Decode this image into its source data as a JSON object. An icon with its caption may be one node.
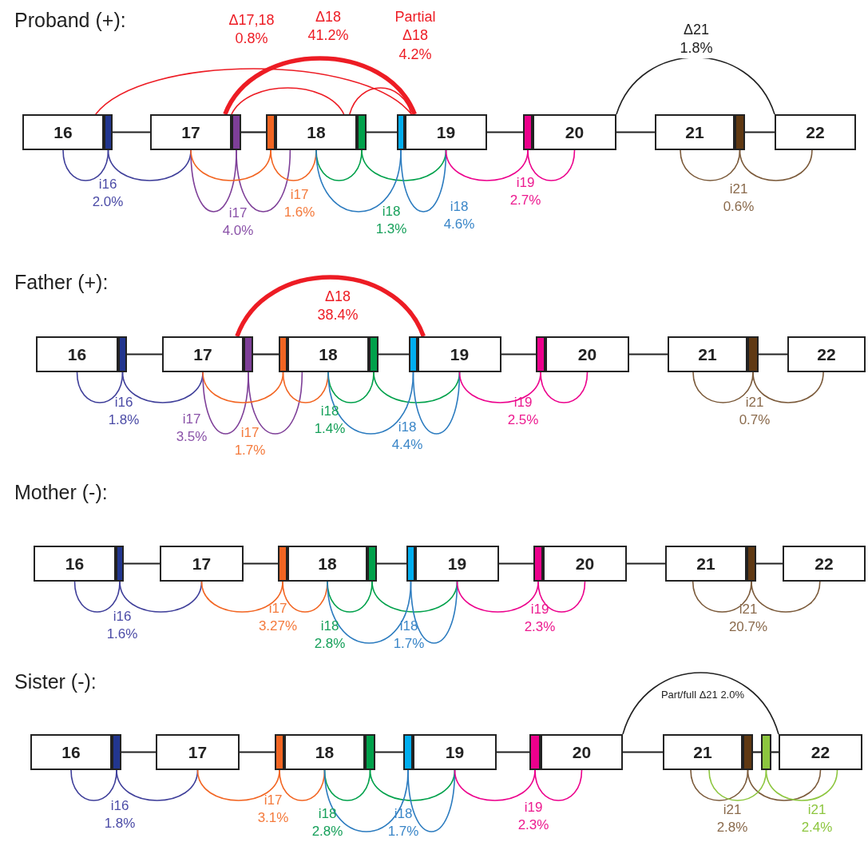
{
  "diagram": {
    "nodes": [
      {
        "text": [
          "16"
        ]
      },
      {
        "text": [],
        "shape": "bar"
      },
      {
        "text": [
          "17"
        ]
      },
      {
        "text": [],
        "shape": "bar"
      },
      {
        "text": [],
        "shape": "bar"
      },
      {
        "text": [
          "18"
        ]
      },
      {
        "text": [],
        "shape": "bar"
      },
      {
        "text": [],
        "shape": "bar"
      },
      {
        "text": [
          "19"
        ]
      },
      {
        "text": [],
        "shape": "bar"
      },
      {
        "text": [
          "20"
        ]
      },
      {
        "text": [
          "21"
        ]
      },
      {
        "text": [],
        "shape": "bar"
      },
      {
        "text": [
          "22"
        ]
      },
      {
        "text": [
          "16"
        ]
      },
      {
        "text": [],
        "shape": "bar"
      },
      {
        "text": [
          "17"
        ]
      },
      {
        "text": [],
        "shape": "bar"
      },
      {
        "text": [],
        "shape": "bar"
      },
      {
        "text": [
          "18"
        ]
      },
      {
        "text": [],
        "shape": "bar"
      },
      {
        "text": [],
        "shape": "bar"
      },
      {
        "text": [
          "19"
        ]
      },
      {
        "text": [],
        "shape": "bar"
      },
      {
        "text": [
          "20"
        ]
      },
      {
        "text": [
          "21"
        ]
      },
      {
        "text": [],
        "shape": "bar"
      },
      {
        "text": [
          "22"
        ]
      },
      {
        "text": [
          "16"
        ]
      },
      {
        "text": [],
        "shape": "bar"
      },
      {
        "text": [
          "17"
        ]
      },
      {
        "text": [],
        "shape": "bar"
      },
      {
        "text": [
          "18"
        ]
      },
      {
        "text": [],
        "shape": "bar"
      },
      {
        "text": [],
        "shape": "bar"
      },
      {
        "text": [
          "19"
        ]
      },
      {
        "text": [],
        "shape": "bar"
      },
      {
        "text": [
          "20"
        ]
      },
      {
        "text": [
          "21"
        ]
      },
      {
        "text": [],
        "shape": "bar"
      },
      {
        "text": [
          "22"
        ]
      },
      {
        "text": [
          "16"
        ]
      },
      {
        "text": [],
        "shape": "bar"
      },
      {
        "text": [
          "17"
        ]
      },
      {
        "text": [],
        "shape": "bar"
      },
      {
        "text": [
          "18"
        ]
      },
      {
        "text": [],
        "shape": "bar"
      },
      {
        "text": [],
        "shape": "bar"
      },
      {
        "text": [
          "19"
        ]
      },
      {
        "text": [],
        "shape": "bar"
      },
      {
        "text": [
          "20"
        ]
      },
      {
        "text": [
          "21"
        ]
      },
      {
        "text": [],
        "shape": "bar"
      },
      {
        "text": [],
        "shape": "bar"
      },
      {
        "text": [
          "22"
        ]
      }
    ],
    "edges": [
      {
        "from": 1,
        "to": 2,
        "arrow": "none"
      },
      {
        "from": 3,
        "to": 4,
        "arrow": "none"
      },
      {
        "from": 6,
        "to": 7,
        "arrow": "none"
      },
      {
        "from": 8,
        "to": 9,
        "arrow": "none"
      },
      {
        "from": 10,
        "to": 11,
        "arrow": "none"
      },
      {
        "from": 12,
        "to": 13,
        "arrow": "none"
      },
      {
        "from": 0,
        "to": 1,
        "arrow": "none",
        "color": "#3f3f9a"
      },
      {
        "from": 1,
        "to": 2,
        "arrow": "none",
        "color": "#3f3f9a"
      },
      {
        "from": 2,
        "to": 3,
        "arrow": "none",
        "color": "#7e3f98"
      },
      {
        "from": 3,
        "to": 5,
        "arrow": "none",
        "color": "#7e3f98"
      },
      {
        "from": 2,
        "to": 4,
        "arrow": "none",
        "color": "#f26522"
      },
      {
        "from": 4,
        "to": 5,
        "arrow": "none",
        "color": "#f26522"
      },
      {
        "from": 5,
        "to": 6,
        "arrow": "none",
        "color": "#00a14b"
      },
      {
        "from": 6,
        "to": 8,
        "arrow": "none",
        "color": "#00a14b"
      },
      {
        "from": 5,
        "to": 7,
        "arrow": "none",
        "color": "#2b7bbf"
      },
      {
        "from": 7,
        "to": 8,
        "arrow": "none",
        "color": "#2b7bbf"
      },
      {
        "from": 8,
        "to": 9,
        "arrow": "none",
        "color": "#ec008c"
      },
      {
        "from": 9,
        "to": 10,
        "arrow": "none",
        "color": "#ec008c"
      },
      {
        "from": 11,
        "to": 12,
        "arrow": "none",
        "color": "#7b5a3a"
      },
      {
        "from": 12,
        "to": 13,
        "arrow": "none",
        "color": "#7b5a3a"
      },
      {
        "from": 0,
        "to": 8,
        "arrow": "none",
        "color": "#ed1c24",
        "label": "Δ17,18 0.8%"
      },
      {
        "from": 2,
        "to": 8,
        "arrow": "none",
        "color": "#ed1c24",
        "style": "thick",
        "label": "Δ18 41.2%"
      },
      {
        "from": 2,
        "to": 5,
        "arrow": "none",
        "color": "#ed1c24"
      },
      {
        "from": 5,
        "to": 8,
        "arrow": "none",
        "color": "#ed1c24",
        "label": "Partial Δ18 4.2%"
      },
      {
        "from": 10,
        "to": 13,
        "arrow": "none",
        "label": "Δ21 1.8%"
      },
      {
        "from": 15,
        "to": 16,
        "arrow": "none"
      },
      {
        "from": 17,
        "to": 18,
        "arrow": "none"
      },
      {
        "from": 20,
        "to": 21,
        "arrow": "none"
      },
      {
        "from": 22,
        "to": 23,
        "arrow": "none"
      },
      {
        "from": 24,
        "to": 25,
        "arrow": "none"
      },
      {
        "from": 26,
        "to": 27,
        "arrow": "none"
      },
      {
        "from": 14,
        "to": 15,
        "arrow": "none",
        "color": "#3f3f9a"
      },
      {
        "from": 15,
        "to": 16,
        "arrow": "none",
        "color": "#3f3f9a"
      },
      {
        "from": 16,
        "to": 17,
        "arrow": "none",
        "color": "#7e3f98"
      },
      {
        "from": 17,
        "to": 19,
        "arrow": "none",
        "color": "#7e3f98"
      },
      {
        "from": 16,
        "to": 18,
        "arrow": "none",
        "color": "#f26522"
      },
      {
        "from": 18,
        "to": 19,
        "arrow": "none",
        "color": "#f26522"
      },
      {
        "from": 19,
        "to": 20,
        "arrow": "none",
        "color": "#00a14b"
      },
      {
        "from": 20,
        "to": 22,
        "arrow": "none",
        "color": "#00a14b"
      },
      {
        "from": 19,
        "to": 21,
        "arrow": "none",
        "color": "#2b7bbf"
      },
      {
        "from": 21,
        "to": 22,
        "arrow": "none",
        "color": "#2b7bbf"
      },
      {
        "from": 22,
        "to": 23,
        "arrow": "none",
        "color": "#ec008c"
      },
      {
        "from": 23,
        "to": 24,
        "arrow": "none",
        "color": "#ec008c"
      },
      {
        "from": 25,
        "to": 26,
        "arrow": "none",
        "color": "#7b5a3a"
      },
      {
        "from": 26,
        "to": 27,
        "arrow": "none",
        "color": "#7b5a3a"
      },
      {
        "from": 16,
        "to": 22,
        "arrow": "none",
        "color": "#ed1c24",
        "style": "thick",
        "label": "Δ18 38.4%"
      },
      {
        "from": 29,
        "to": 30,
        "arrow": "none"
      },
      {
        "from": 30,
        "to": 31,
        "arrow": "none"
      },
      {
        "from": 33,
        "to": 34,
        "arrow": "none"
      },
      {
        "from": 35,
        "to": 36,
        "arrow": "none"
      },
      {
        "from": 37,
        "to": 38,
        "arrow": "none"
      },
      {
        "from": 39,
        "to": 40,
        "arrow": "none"
      },
      {
        "from": 28,
        "to": 29,
        "arrow": "none",
        "color": "#3f3f9a"
      },
      {
        "from": 29,
        "to": 30,
        "arrow": "none",
        "color": "#3f3f9a"
      },
      {
        "from": 30,
        "to": 31,
        "arrow": "none",
        "color": "#f26522"
      },
      {
        "from": 31,
        "to": 32,
        "arrow": "none",
        "color": "#f26522"
      },
      {
        "from": 32,
        "to": 33,
        "arrow": "none",
        "color": "#00a14b"
      },
      {
        "from": 33,
        "to": 35,
        "arrow": "none",
        "color": "#00a14b"
      },
      {
        "from": 32,
        "to": 34,
        "arrow": "none",
        "color": "#2b7bbf"
      },
      {
        "from": 34,
        "to": 35,
        "arrow": "none",
        "color": "#2b7bbf"
      },
      {
        "from": 35,
        "to": 36,
        "arrow": "none",
        "color": "#ec008c"
      },
      {
        "from": 36,
        "to": 37,
        "arrow": "none",
        "color": "#ec008c"
      },
      {
        "from": 38,
        "to": 39,
        "arrow": "none",
        "color": "#7b5a3a"
      },
      {
        "from": 39,
        "to": 40,
        "arrow": "none",
        "color": "#7b5a3a"
      },
      {
        "from": 42,
        "to": 43,
        "arrow": "none"
      },
      {
        "from": 43,
        "to": 44,
        "arrow": "none"
      },
      {
        "from": 46,
        "to": 47,
        "arrow": "none"
      },
      {
        "from": 48,
        "to": 49,
        "arrow": "none"
      },
      {
        "from": 50,
        "to": 51,
        "arrow": "none"
      },
      {
        "from": 52,
        "to": 53,
        "arrow": "none"
      },
      {
        "from": 53,
        "to": 54,
        "arrow": "none"
      },
      {
        "from": 41,
        "to": 42,
        "arrow": "none",
        "color": "#3f3f9a"
      },
      {
        "from": 42,
        "to": 43,
        "arrow": "none",
        "color": "#3f3f9a"
      },
      {
        "from": 43,
        "to": 44,
        "arrow": "none",
        "color": "#f26522"
      },
      {
        "from": 44,
        "to": 45,
        "arrow": "none",
        "color": "#f26522"
      },
      {
        "from": 45,
        "to": 46,
        "arrow": "none",
        "color": "#00a14b"
      },
      {
        "from": 46,
        "to": 48,
        "arrow": "none",
        "color": "#00a14b"
      },
      {
        "from": 45,
        "to": 47,
        "arrow": "none",
        "color": "#2b7bbf"
      },
      {
        "from": 47,
        "to": 48,
        "arrow": "none",
        "color": "#2b7bbf"
      },
      {
        "from": 48,
        "to": 49,
        "arrow": "none",
        "color": "#ec008c"
      },
      {
        "from": 49,
        "to": 50,
        "arrow": "none",
        "color": "#ec008c"
      },
      {
        "from": 51,
        "to": 52,
        "arrow": "none",
        "color": "#7b5a3a"
      },
      {
        "from": 52,
        "to": 54,
        "arrow": "none",
        "color": "#7b5a3a"
      },
      {
        "from": 51,
        "to": 53,
        "arrow": "none",
        "color": "#8dc63f"
      },
      {
        "from": 53,
        "to": 54,
        "arrow": "none",
        "color": "#8dc63f"
      },
      {
        "from": 50,
        "to": 54,
        "arrow": "none",
        "label": "Part/full Δ21 2.0%"
      }
    ],
    "labels": [
      "Proband (+):",
      "i16 2.0%",
      "i17 4.0%",
      "i17 1.6%",
      "i18 1.3%",
      "i18 4.6%",
      "i19 2.7%",
      "i21 0.6%",
      "Father (+):",
      "i16 1.8%",
      "i17 3.5%",
      "i17 1.7%",
      "i18 1.4%",
      "i18 4.4%",
      "i19 2.5%",
      "i21 0.7%",
      "Mother (-):",
      "i16 1.6%",
      "i17 3.27%",
      "i18 2.8%",
      "i18 1.7%",
      "i19 2.3%",
      "i21 20.7%",
      "Sister (-):",
      "i16 1.8%",
      "i17 3.1%",
      "i18 2.8%",
      "i18 1.7%",
      "i19 2.3%",
      "i21 2.8%",
      "i21 2.4%"
    ]
  }
}
